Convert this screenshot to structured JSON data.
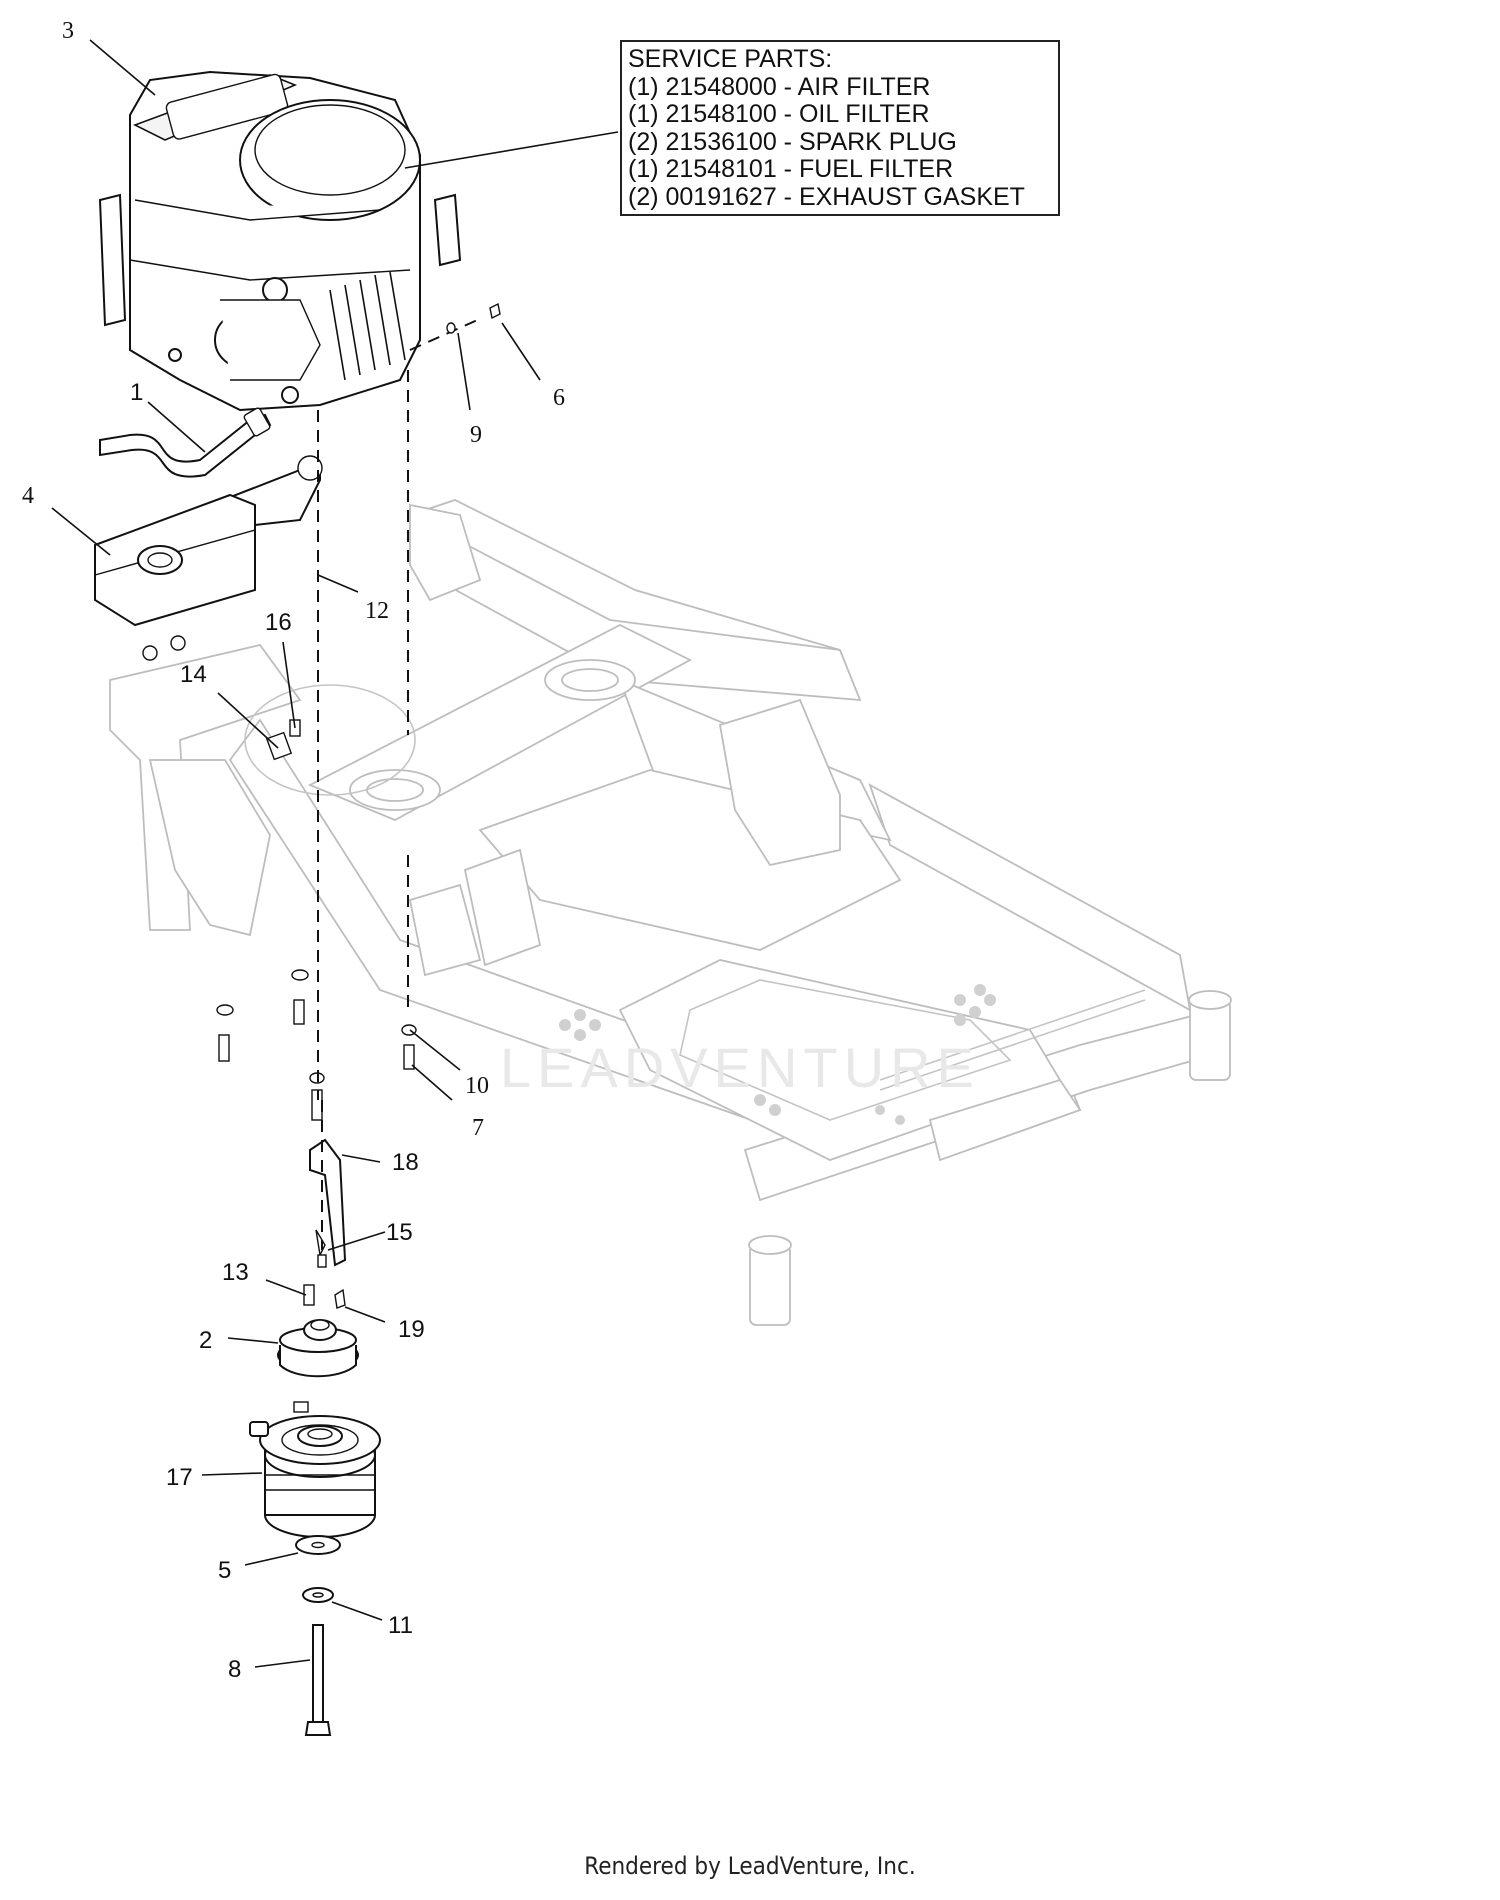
{
  "service_parts": {
    "title": "SERVICE PARTS:",
    "items": [
      "(1) 21548000 - AIR FILTER",
      "(1) 21548100 - OIL FILTER",
      "(2) 21536100 - SPARK PLUG",
      "(1) 21548101 - FUEL FILTER",
      "(2) 00191627 - EXHAUST GASKET"
    ]
  },
  "callouts": {
    "c1": "1",
    "c2": "2",
    "c3": "3",
    "c4": "4",
    "c5": "5",
    "c6": "6",
    "c7": "7",
    "c8": "8",
    "c9": "9",
    "c10": "10",
    "c11": "11",
    "c12": "12",
    "c13": "13",
    "c14": "14",
    "c15": "15",
    "c16": "16",
    "c17": "17",
    "c18": "18",
    "c19": "19"
  },
  "watermark": "LEADVENTURE",
  "footer": "Rendered by LeadVenture, Inc."
}
